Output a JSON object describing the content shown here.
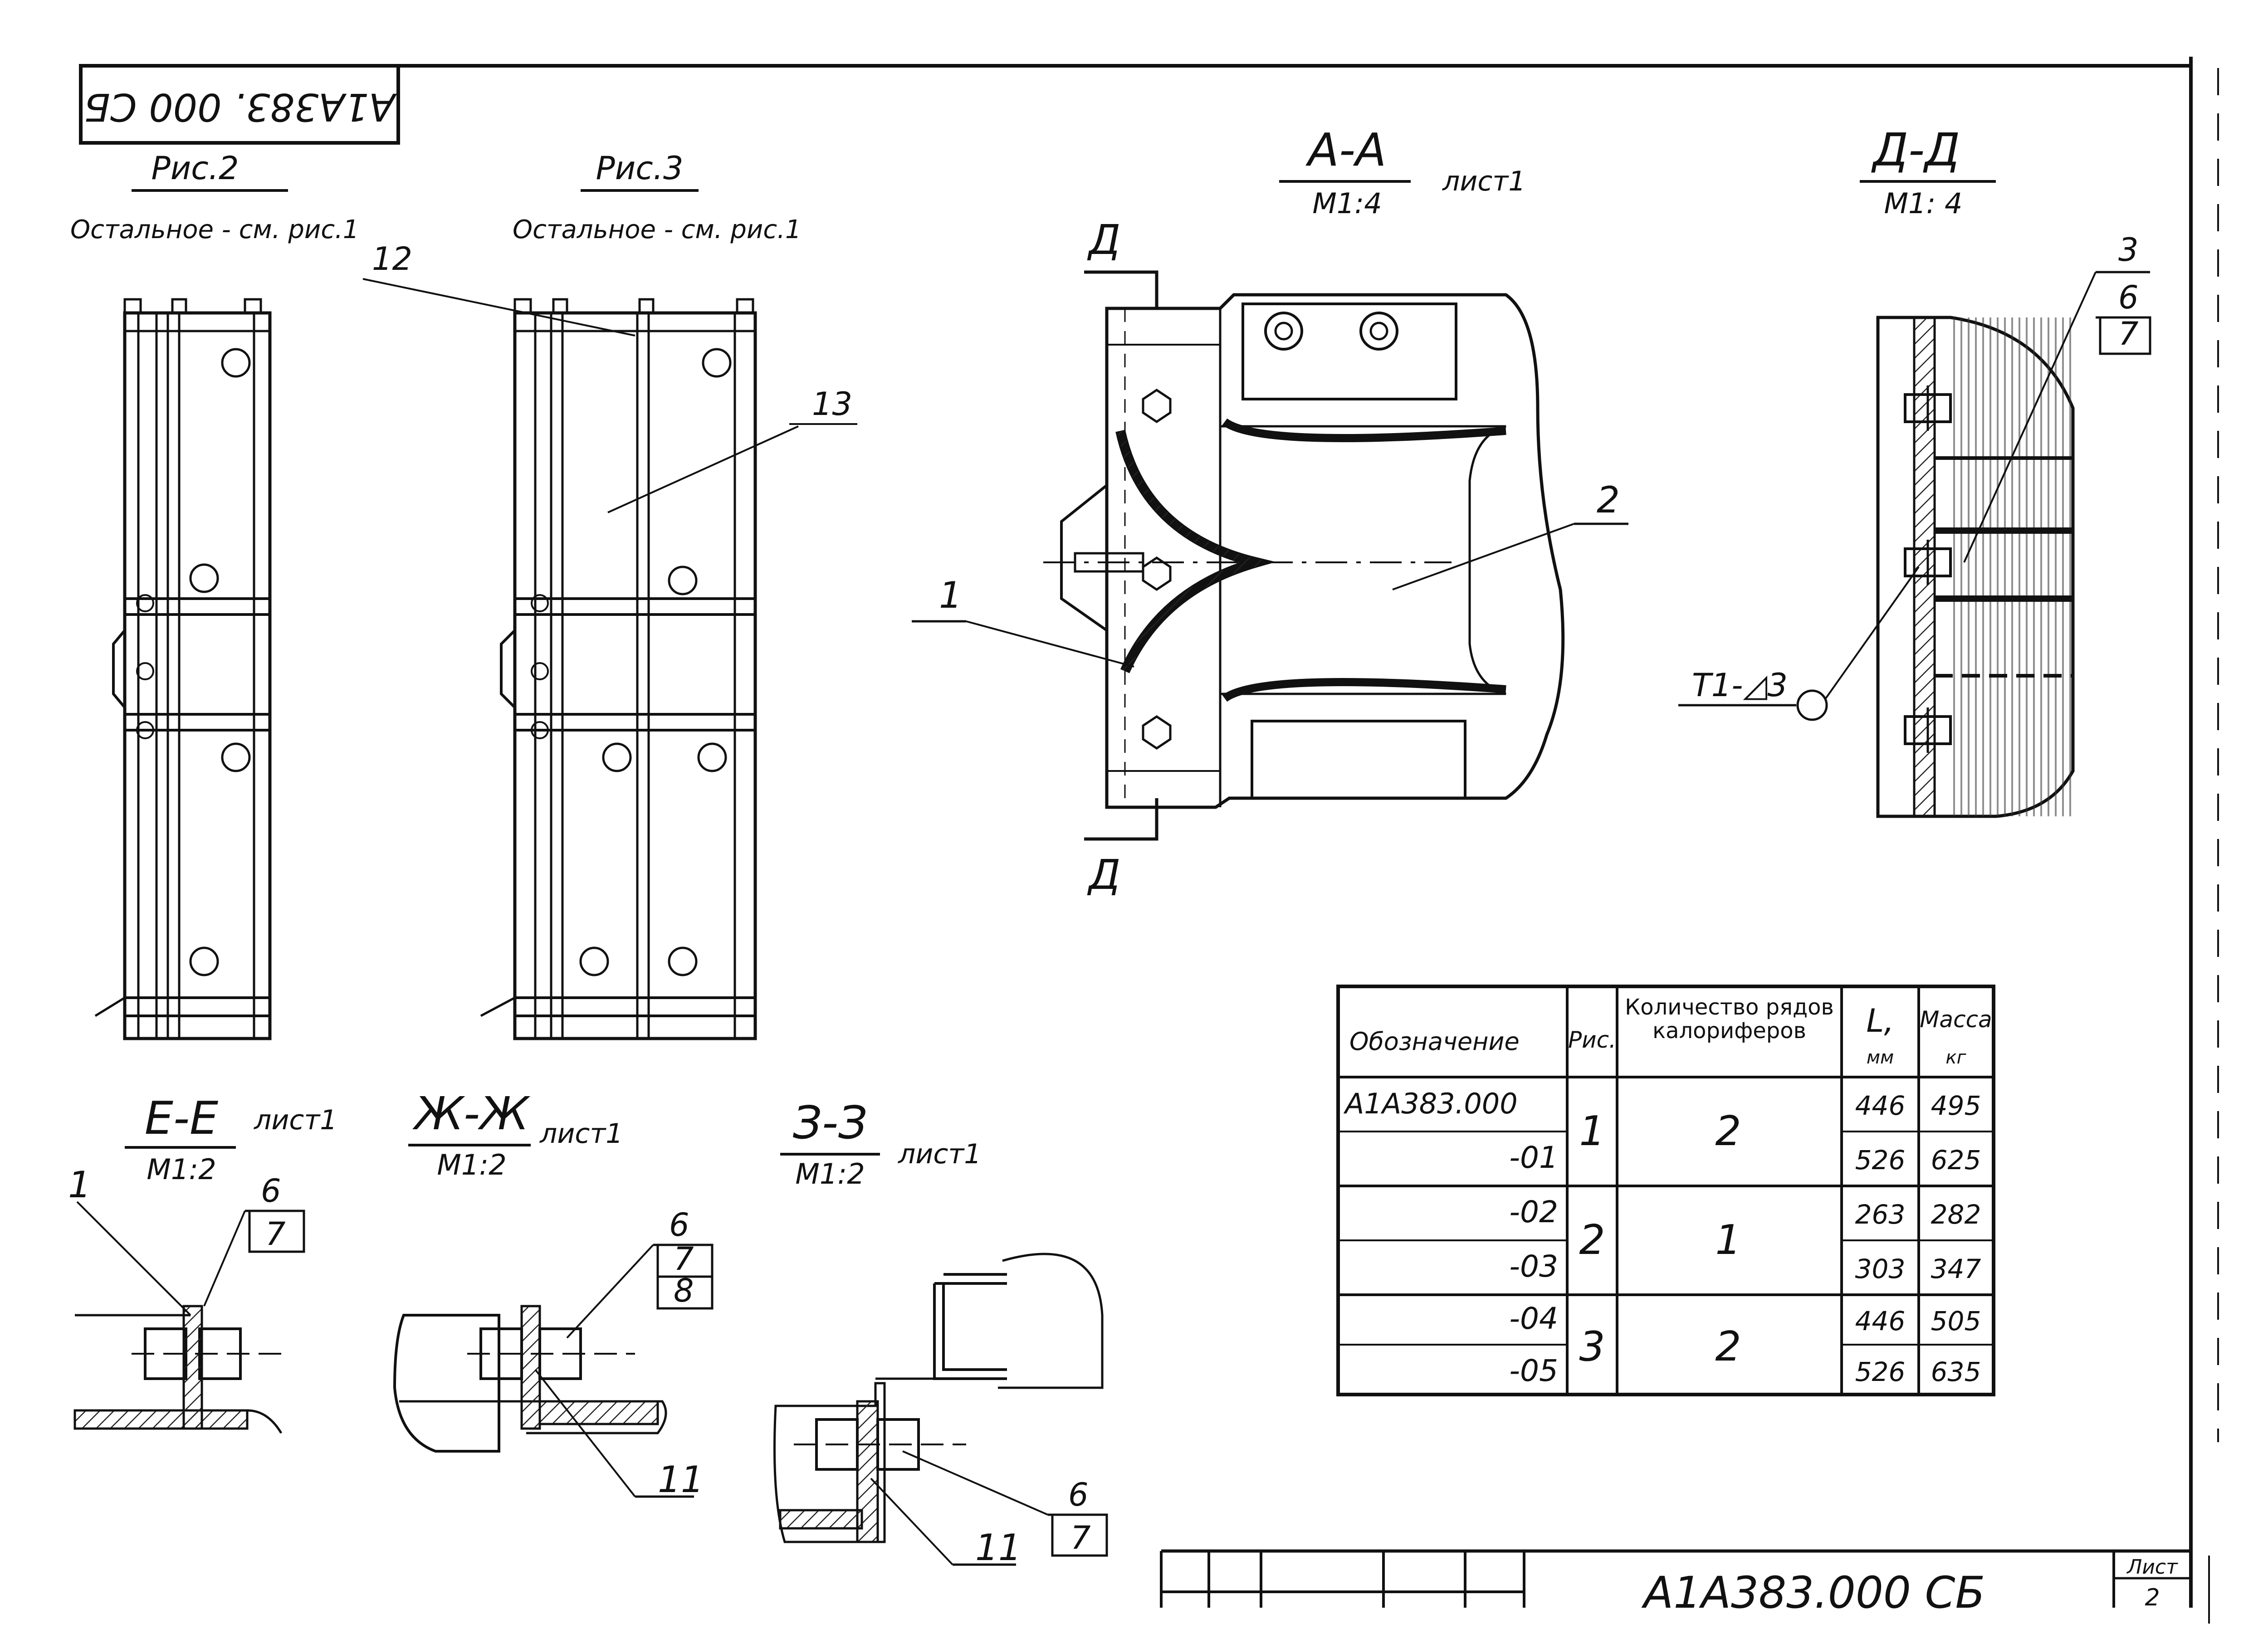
{
  "stamp": "А1А383. 000 СБ",
  "rotated_stamp": "А1А383. 000 СБ",
  "views": {
    "fig2": {
      "title": "Рис.2",
      "note": "Остальное - см. рис.1"
    },
    "fig3": {
      "title": "Рис.3",
      "note": "Остальное - см. рис.1"
    },
    "aa": {
      "name": "А-А",
      "scale": "М1:4",
      "sheet": "лист1"
    },
    "dd": {
      "name": "Д-Д",
      "scale": "М1: 4"
    },
    "ee": {
      "name": "Е-Е",
      "scale": "М1:2",
      "sheet": "лист1"
    },
    "zhzh": {
      "name": "Ж-Ж",
      "scale": "М1:2",
      "sheet": "лист1"
    },
    "zz": {
      "name": "З-З",
      "scale": "М1:2",
      "sheet": "лист1"
    }
  },
  "cut_labels": [
    "Д",
    "Д"
  ],
  "callouts": {
    "fig3_12": "12",
    "fig3_13": "13",
    "aa_1": "1",
    "aa_2": "2",
    "dd_3": "3",
    "dd_6": "6",
    "dd_7": "7",
    "dd_weld": "Т1-◿3",
    "ee_1": "1",
    "ee_6": "6",
    "ee_7": "7",
    "zhzh_6": "6",
    "zhzh_7": "7",
    "zhzh_8": "8",
    "zhzh_11": "11",
    "zz_6": "6",
    "zz_7": "7",
    "zz_11": "11"
  },
  "table": {
    "headers": {
      "designation": "Обозначение",
      "fig": "Рис.",
      "qty": "Количество рядов калориферов",
      "l_line1": "L,",
      "l_line2": "мм",
      "mass_line1": "Масса",
      "mass_line2": "кг"
    },
    "rows": [
      {
        "designation": "А1А383.000",
        "L": "446",
        "mass": "495"
      },
      {
        "designation": "-01",
        "L": "526",
        "mass": "625"
      },
      {
        "designation": "-02",
        "L": "263",
        "mass": "282"
      },
      {
        "designation": "-03",
        "L": "303",
        "mass": "347"
      },
      {
        "designation": "-04",
        "L": "446",
        "mass": "505"
      },
      {
        "designation": "-05",
        "L": "526",
        "mass": "635"
      }
    ],
    "groups": [
      {
        "fig": "1",
        "qty": "2"
      },
      {
        "fig": "2",
        "qty": "1"
      },
      {
        "fig": "3",
        "qty": "2"
      }
    ]
  },
  "title_block": {
    "doc_number": "А1А383.000 СБ",
    "sheet_label": "Лист",
    "sheet_number": "2"
  }
}
